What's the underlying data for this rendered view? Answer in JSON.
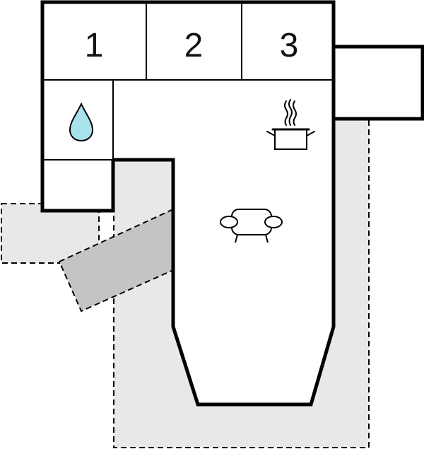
{
  "floorplan": {
    "rooms": [
      {
        "label": "1"
      },
      {
        "label": "2"
      },
      {
        "label": "3"
      }
    ],
    "icons": {
      "bathroom": "water-drop-icon",
      "kitchen": "steaming-pot-icon",
      "living": "armchair-sofa-icon"
    },
    "colors": {
      "wall": "#000000",
      "outdoor_area": "#e8e8e8",
      "covered_terrace": "#c4c4c4",
      "water_drop": "#a8e2ea",
      "interior": "#ffffff"
    }
  }
}
